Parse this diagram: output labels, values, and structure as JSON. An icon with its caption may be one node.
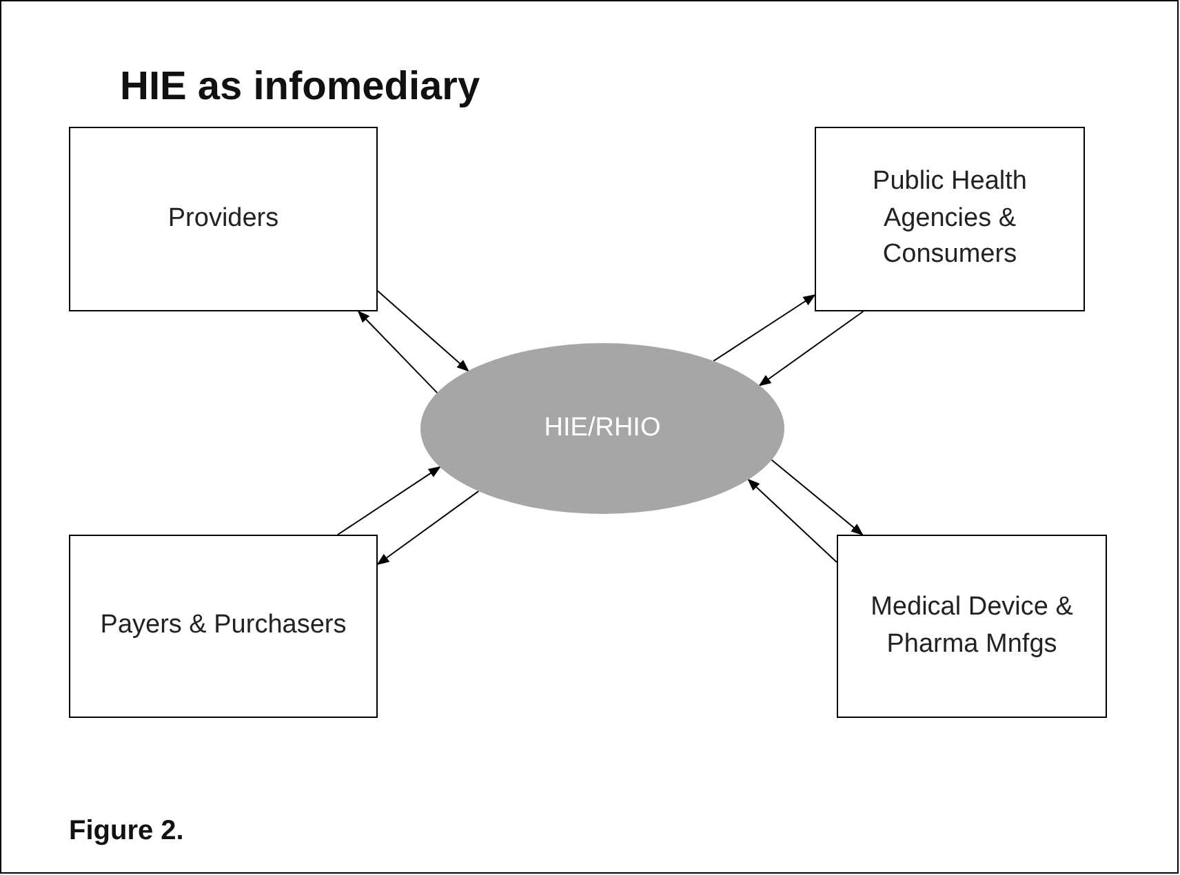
{
  "diagram": {
    "title": "HIE as infomediary",
    "caption": "Figure 2.",
    "nodes": [
      {
        "text": [
          "Providers"
        ]
      },
      {
        "text": [
          "Public Health Agencies & Consumers"
        ]
      },
      {
        "text": [
          "HIE/RHIO"
        ]
      },
      {
        "text": [
          "Payers & Purchasers"
        ]
      },
      {
        "text": [
          "Medical Device & Pharma Mnfgs"
        ]
      }
    ],
    "edges": [
      {
        "from": 0,
        "to": 2,
        "arrow": "to"
      },
      {
        "from": 2,
        "to": 0,
        "arrow": "to"
      },
      {
        "from": 2,
        "to": 1,
        "arrow": "to"
      },
      {
        "from": 1,
        "to": 2,
        "arrow": "to"
      },
      {
        "from": 3,
        "to": 2,
        "arrow": "to"
      },
      {
        "from": 2,
        "to": 3,
        "arrow": "to"
      },
      {
        "from": 2,
        "to": 4,
        "arrow": "to"
      },
      {
        "from": 4,
        "to": 2,
        "arrow": "to"
      }
    ]
  }
}
